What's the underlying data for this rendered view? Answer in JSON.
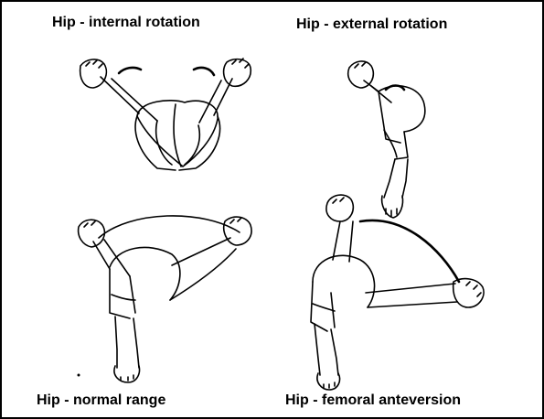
{
  "labels": {
    "internal_rotation": "Hip - internal rotation",
    "external_rotation": "Hip - external rotation",
    "normal_range": "Hip - normal range",
    "femoral_anteversion": "Hip - femoral anteversion"
  },
  "colors": {
    "ink": "#000000",
    "background": "#ffffff"
  }
}
